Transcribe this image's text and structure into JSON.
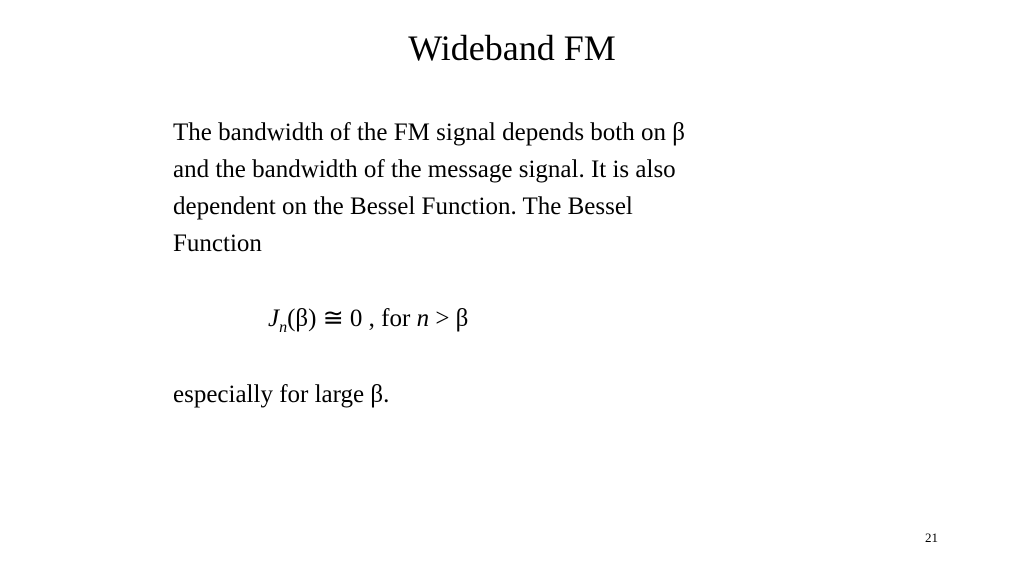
{
  "slide": {
    "title": "Wideband FM",
    "paragraph_lines": [
      "The bandwidth of the FM signal depends both on β",
      "and the bandwidth of the message signal.  It is also",
      "dependent on the Bessel Function.  The Bessel",
      "Function"
    ],
    "equation": {
      "symbol": "J",
      "subscript": "n",
      "argument": "(β) ≅ 0 , for ",
      "variable": "n",
      "condition": " > β"
    },
    "closing": "especially for large β.",
    "page_number": "21"
  }
}
